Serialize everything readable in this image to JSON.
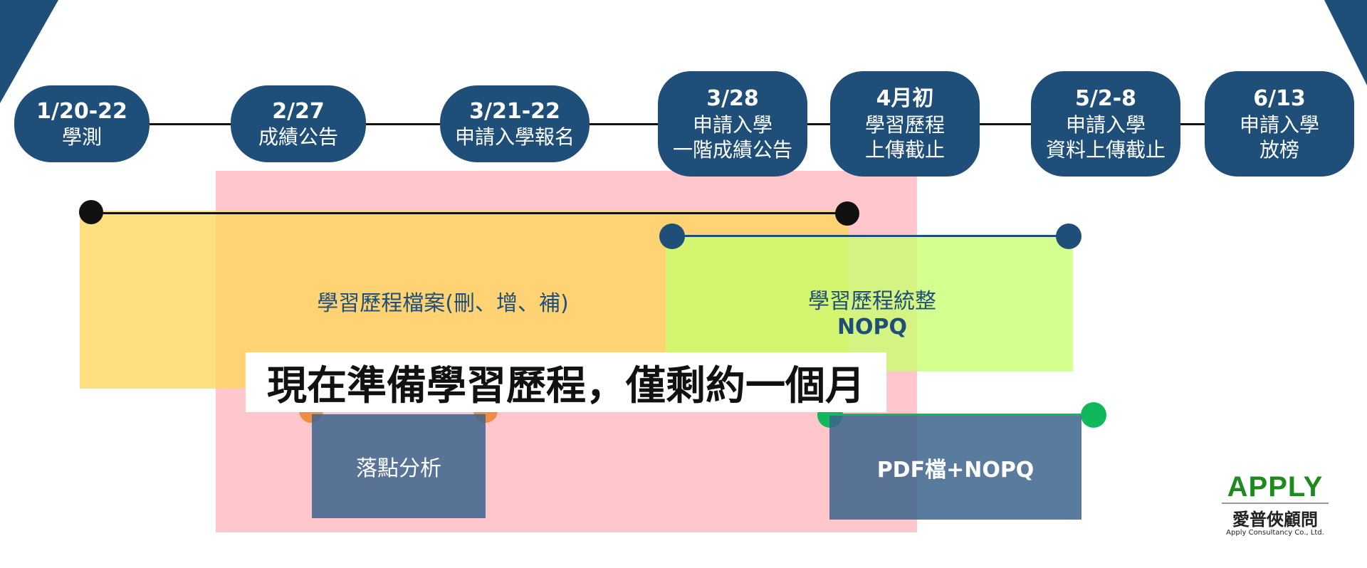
{
  "colors": {
    "node_bg": "#1f4e79",
    "pink": "#ffa0aa",
    "yellow": "#ffd65a",
    "green": "#c8ff6e",
    "blue_box": "#3c648c",
    "logo_green": "#1e8a1e"
  },
  "timeline": [
    {
      "date": "1/20-22",
      "lines": [
        "學測"
      ]
    },
    {
      "date": "2/27",
      "lines": [
        "成績公告"
      ]
    },
    {
      "date": "3/21-22",
      "lines": [
        "申請入學報名"
      ]
    },
    {
      "date": "3/28",
      "lines": [
        "申請入學",
        "一階成績公告"
      ]
    },
    {
      "date": "4月初",
      "lines": [
        "學習歷程",
        "上傳截止"
      ]
    },
    {
      "date": "5/2-8",
      "lines": [
        "申請入學",
        "資料上傳截止"
      ]
    },
    {
      "date": "6/13",
      "lines": [
        "申請入學",
        "放榜"
      ]
    }
  ],
  "bars": {
    "portfolio_label": "學習歷程檔案(刪、增、補)",
    "integration_label": "學習歷程統整",
    "integration_sub": "NOPQ",
    "placement_label": "落點分析",
    "pdf_label": "PDF檔+NOPQ"
  },
  "banner": "現在準備學習歷程，僅剩約一個月",
  "logo": {
    "main": "APPLY",
    "cn": "愛普俠顧問",
    "en": "Apply Consultancy Co., Ltd."
  }
}
